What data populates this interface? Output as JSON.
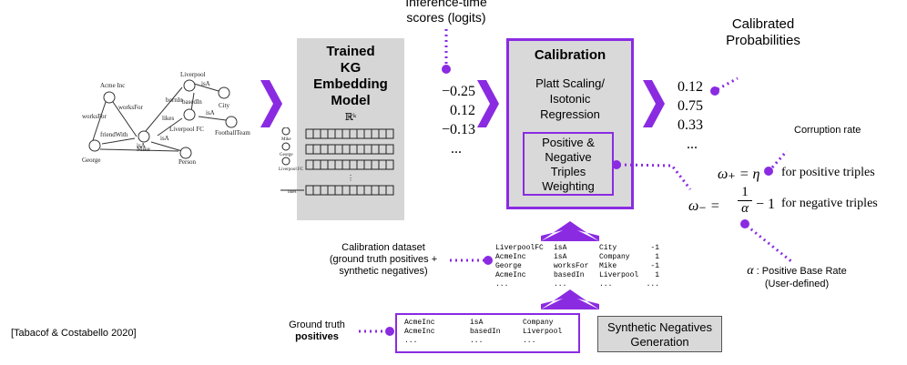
{
  "colors": {
    "accent": "#8a2be2",
    "dotted": "#8a2be2",
    "box_gray": "#d9d9d9"
  },
  "kg_graph": {
    "nodes": [
      "Acme Inc",
      "Liverpool",
      "City",
      "Mike",
      "Liverpool FC",
      "FootballTeam",
      "George",
      "Person"
    ],
    "edges": [
      "worksFor",
      "worksFor",
      "bornIn",
      "isA",
      "likes",
      "basedIn",
      "isA",
      "friendWith",
      "isA",
      "isA"
    ]
  },
  "model": {
    "title_lines": [
      "Trained",
      "KG",
      "Embedding",
      "Model"
    ],
    "space": "ℝᵏ",
    "row_labels": [
      "Mike",
      "George",
      "Liverpool FC",
      "likes"
    ],
    "ellipsis": "⋮"
  },
  "logits": {
    "caption_lines": [
      "Inference-time",
      "scores (logits)"
    ],
    "values": [
      "−0.25",
      "0.12",
      "−0.13",
      "..."
    ]
  },
  "calibration": {
    "title": "Calibration",
    "method_lines": [
      "Platt Scaling/",
      "Isotonic",
      "Regression"
    ],
    "weighting_lines": [
      "Positive &",
      "Negative",
      "Triples",
      "Weighting"
    ]
  },
  "probabilities": {
    "caption_lines": [
      "Calibrated",
      "Probabilities"
    ],
    "values": [
      "0.12",
      "0.75",
      "0.33",
      "..."
    ]
  },
  "formula": {
    "corruption_label": "Corruption rate",
    "positive": {
      "lhs": "ω₊ = η",
      "desc": "for positive triples"
    },
    "negative": {
      "lhs": "ω₋ =",
      "frac_num": "1",
      "frac_den": "α",
      "tail": "− 1",
      "desc": "for negative triples"
    },
    "alpha_symbol": "α",
    "alpha_lines": [
      ": Positive Base Rate",
      "(User-defined)"
    ]
  },
  "calibration_dataset": {
    "label_lines": [
      "Calibration dataset",
      "(ground truth positives +",
      "synthetic negatives)"
    ],
    "rows": [
      [
        "LiverpoolFC",
        "isA",
        "City",
        "-1"
      ],
      [
        "AcmeInc",
        "isA",
        "Company",
        "1"
      ],
      [
        "George",
        "worksFor",
        "Mike",
        "-1"
      ],
      [
        "AcmeInc",
        "basedIn",
        "Liverpool",
        "1"
      ],
      [
        "...",
        "...",
        "...",
        "..."
      ]
    ]
  },
  "ground_truth": {
    "label_line1": "Ground truth",
    "label_line2": "positives",
    "rows": [
      [
        "AcmeInc",
        "isA",
        "Company"
      ],
      [
        "AcmeInc",
        "basedIn",
        "Liverpool"
      ],
      [
        "...",
        "...",
        "..."
      ]
    ]
  },
  "synthetic": {
    "lines": [
      "Synthetic Negatives",
      "Generation"
    ]
  },
  "citation": "[Tabacof & Costabello 2020]"
}
